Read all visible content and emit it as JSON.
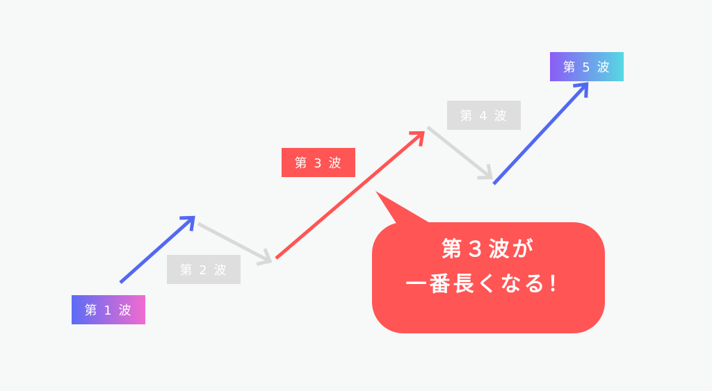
{
  "waves": [
    {
      "label": "第 1 波",
      "color_from": "#5b6cf5",
      "color_to": "#f26bd0"
    },
    {
      "label": "第 2 波",
      "color": "#dedede"
    },
    {
      "label": "第 3 波",
      "color": "#ff5555"
    },
    {
      "label": "第 4 波",
      "color": "#dedede"
    },
    {
      "label": "第 5 波",
      "color_from": "#8a5cf5",
      "color_to": "#55d9e3"
    }
  ],
  "arrow_colors": {
    "impulse": "#5169f2",
    "correction": "#d9d9d9",
    "third": "#ff5555"
  },
  "callout": {
    "line1": "第３波が",
    "line2": "一番長くなる！",
    "color": "#ff5555"
  }
}
